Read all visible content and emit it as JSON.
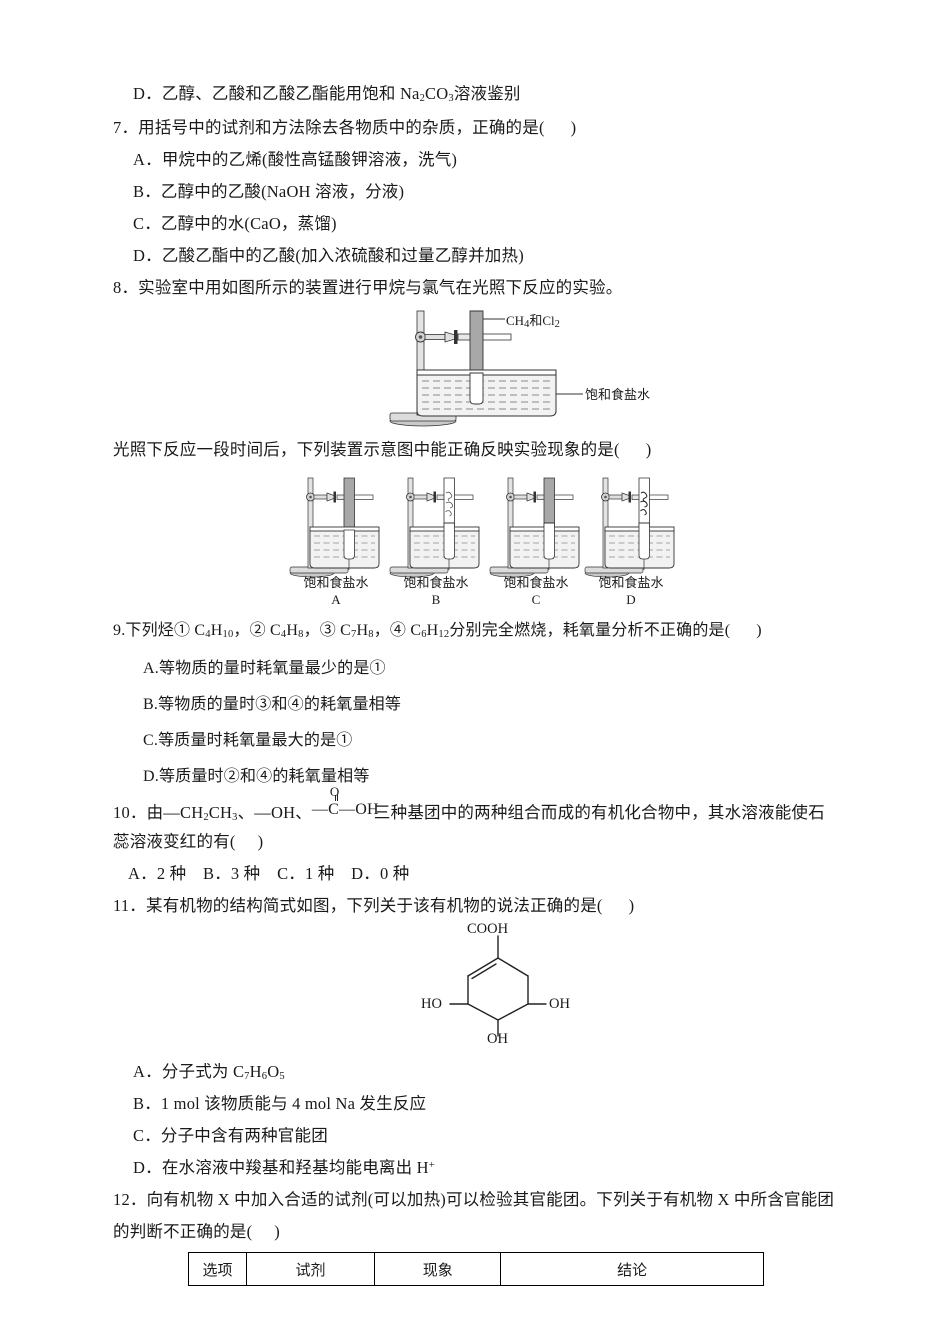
{
  "document": {
    "type": "chemistry-exam-page",
    "language": "zh-CN"
  },
  "q6_tail": {
    "option_d": "D．乙醇、乙酸和乙酸乙酯能用饱和 Na",
    "option_d_sub1": "2",
    "option_d_mid": "CO",
    "option_d_sub2": "3",
    "option_d_end": "溶液鉴别"
  },
  "q7": {
    "number": "7．",
    "stem": "用括号中的试剂和方法除去各物质中的杂质，正确的是(",
    "stem_close": ")",
    "options": [
      "A．甲烷中的乙烯(酸性高锰酸钾溶液，洗气)",
      "B．乙醇中的乙酸(NaOH 溶液，分液)",
      "C．乙醇中的水(CaO，蒸馏)",
      "D．乙酸乙酯中的乙酸(加入浓硫酸和过量乙醇并加热)"
    ]
  },
  "q8": {
    "number": "8．",
    "stem": "实验室中用如图所示的装置进行甲烷与氯气在光照下反应的实验。",
    "figure_main": {
      "gas_label_pre": "CH",
      "gas_label_sub1": "4",
      "gas_label_mid": "和Cl",
      "gas_label_sub2": "2",
      "liquid_label": "饱和食盐水"
    },
    "stem2": "光照下反应一段时间后，下列装置示意图中能正确反映实验现象的是(",
    "stem2_close": ")",
    "choices": [
      {
        "letter": "A",
        "caption": "饱和食盐水",
        "tube_fill": "gray",
        "liquid_risen": false,
        "residue": "none"
      },
      {
        "letter": "B",
        "caption": "饱和食盐水",
        "tube_fill": "white",
        "liquid_risen": true,
        "residue": "white"
      },
      {
        "letter": "C",
        "caption": "饱和食盐水",
        "tube_fill": "gray",
        "liquid_risen": true,
        "residue": "none"
      },
      {
        "letter": "D",
        "caption": "饱和食盐水",
        "tube_fill": "white",
        "liquid_risen": true,
        "residue": "dark"
      }
    ]
  },
  "q9": {
    "number": "9.",
    "stem_a": "下列烃① C",
    "s1": "4",
    "stem_b": "H",
    "s2": "10",
    "stem_c": "，② C",
    "s3": "4",
    "stem_d": "H",
    "s4": "8",
    "stem_e": "，③ C",
    "s5": "7",
    "stem_f": "H",
    "s6": "8",
    "stem_g": "，④ C",
    "s7": "6",
    "stem_h": "H",
    "s8": "12",
    "stem_i": "分别完全燃烧，耗氧量分析不正确的是(",
    "stem_close": ")",
    "options": [
      "A.等物质的量时耗氧量最少的是①",
      "B.等物质的量时③和④的耗氧量相等",
      "C.等质量时耗氧量最大的是①",
      "D.等质量时②和④的耗氧量相等"
    ]
  },
  "q10": {
    "number": "10．",
    "stem_a": "由—CH",
    "s1": "2",
    "stem_b": "CH",
    "s2": "3",
    "stem_c": "、—OH、",
    "carboxyl": {
      "o_label": "O",
      "main": "—C—OH"
    },
    "stem_d": "三种基团中的两种组合而成的有机化合物中，其水溶液能使石",
    "stem_line2": "蕊溶液变红的有(",
    "stem_line2_close": ")",
    "options_line": "A．2 种　B．3 种　C．1 种　D．0 种"
  },
  "q11": {
    "number": "11．",
    "stem": "某有机物的结构简式如图，下列关于该有机物的说法正确的是(",
    "stem_close": ")",
    "molecule": {
      "name": "shikimic-acid",
      "top_label": "COOH",
      "left_label": "HO",
      "right_label": "OH",
      "bottom_label": "OH"
    },
    "options": [
      {
        "text_pre": "A．分子式为 C",
        "sub1": "7",
        "mid1": "H",
        "sub2": "6",
        "mid2": "O",
        "sub3": "5",
        "text_post": ""
      },
      {
        "text_pre": "B．1 mol 该物质能与 4 mol Na 发生反应"
      },
      {
        "text_pre": "C．分子中含有两种官能团"
      },
      {
        "text_pre": "D．在水溶液中羧基和羟基均能电离出 H",
        "sup": "+"
      }
    ]
  },
  "q12": {
    "number": "12．",
    "stem_line1": "向有机物 X 中加入合适的试剂(可以加热)可以检验其官能团。下列关于有机物 X 中所含官能团",
    "stem_line2": "的判断不正确的是(",
    "stem_line2_close": ")",
    "table": {
      "headers": [
        "选项",
        "试剂",
        "现象",
        "结论"
      ]
    }
  }
}
